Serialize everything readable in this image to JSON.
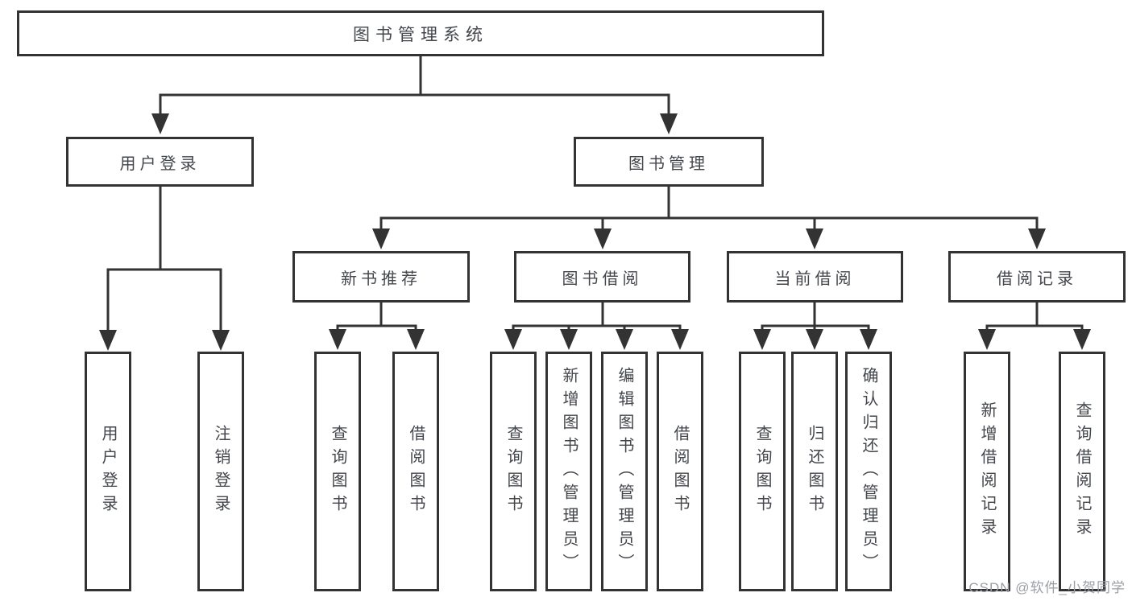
{
  "tree": {
    "root": "图书管理系统",
    "branches": [
      {
        "label": "用户登录",
        "leaves": [
          "用户登录",
          "注销登录"
        ]
      },
      {
        "label": "图书管理",
        "groups": [
          {
            "label": "新书推荐",
            "leaves": [
              "查询图书",
              "借阅图书"
            ]
          },
          {
            "label": "图书借阅",
            "leaves": [
              "查询图书",
              "新增图书（管理员）",
              "编辑图书（管理员）",
              "借阅图书"
            ]
          },
          {
            "label": "当前借阅",
            "leaves": [
              "查询图书",
              "归还图书",
              "确认归还（管理员）"
            ]
          },
          {
            "label": "借阅记录",
            "leaves": [
              "新增借阅记录",
              "查询借阅记录"
            ]
          }
        ]
      }
    ]
  },
  "watermark": "CSDN @软件_小贺同学",
  "colors": {
    "background": "#ffffff",
    "line": "#333333",
    "box_border": "#333333",
    "text": "#43464b",
    "watermark": "#9b9fa5"
  }
}
